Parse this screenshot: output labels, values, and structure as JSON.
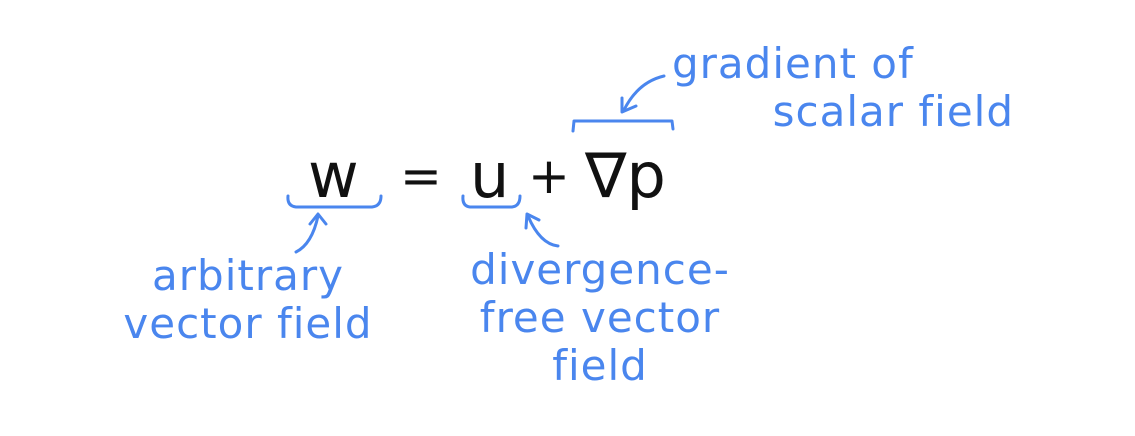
{
  "equation": {
    "lhs": "w",
    "equals": "=",
    "term1": "u",
    "plus": "+",
    "term2": "∇p"
  },
  "annotations": {
    "lhs": {
      "lines": [
        "arbitrary",
        "vector field"
      ]
    },
    "term1": {
      "lines": [
        "divergence-",
        "free vector",
        "field"
      ]
    },
    "term2": {
      "lines": [
        "gradient of",
        "scalar field"
      ]
    }
  },
  "colors": {
    "ink": "#111111",
    "annotation": "#4a86ee",
    "background": "#ffffff"
  }
}
